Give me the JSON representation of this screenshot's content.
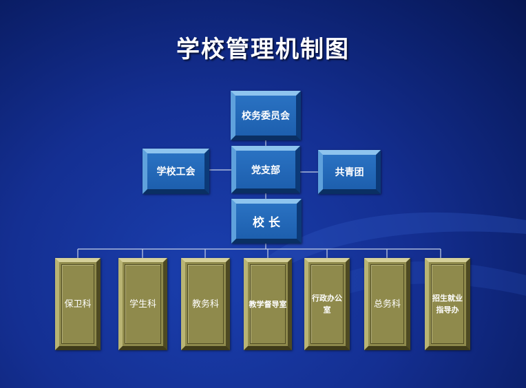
{
  "title": "学校管理机制图",
  "nodes": {
    "committee": "校务委员会",
    "union": "学校工会",
    "party_branch": "党支部",
    "youth_league": "共青团",
    "principal": "校 长"
  },
  "departments": [
    "保卫科",
    "学生科",
    "教务科",
    "教学督导室",
    "行政办公室",
    "总务科",
    "招生就业\n指导办"
  ],
  "colors": {
    "background": "#142f92",
    "blue_box": "#1e63b4",
    "olive_box": "#8f8a4c",
    "connector": "#c8d3e8"
  }
}
